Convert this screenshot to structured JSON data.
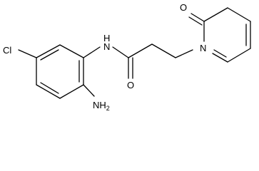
{
  "structure": {
    "atoms": [
      {
        "id": "Cl",
        "label": "Cl"
      },
      {
        "id": "NH",
        "label": "N",
        "h_label": "H"
      },
      {
        "id": "NH2",
        "label": "NH",
        "subscript": "2"
      },
      {
        "id": "O_amide",
        "label": "O"
      },
      {
        "id": "N_ring",
        "label": "N"
      },
      {
        "id": "O_ring",
        "label": "O"
      }
    ]
  },
  "colors": {
    "bond": "#000000",
    "text": "#000000",
    "background": "#ffffff"
  }
}
